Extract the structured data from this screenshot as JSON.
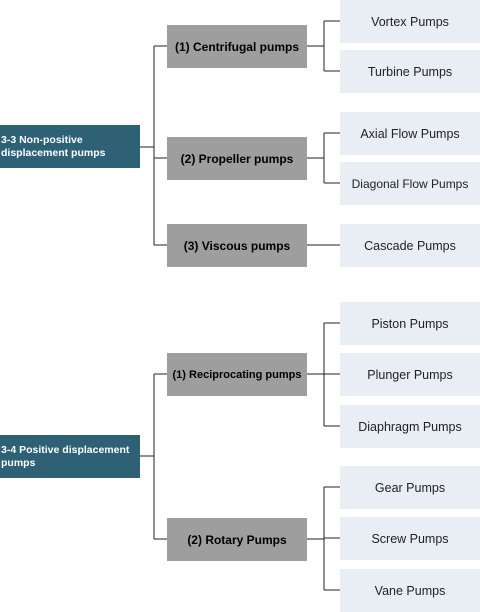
{
  "groups": [
    {
      "root": "3-3  Non-positive displacement pumps",
      "categories": [
        {
          "label": "(1) Centrifugal pumps",
          "children": [
            "Vortex Pumps",
            "Turbine Pumps"
          ]
        },
        {
          "label": "(2) Propeller pumps",
          "children": [
            "Axial Flow Pumps",
            "Diagonal Flow Pumps"
          ]
        },
        {
          "label": "(3) Viscous pumps",
          "children": [
            "Cascade Pumps"
          ]
        }
      ]
    },
    {
      "root": "3-4  Positive displacement pumps",
      "categories": [
        {
          "label": "(1) Reciprocating pumps",
          "children": [
            "Piston Pumps",
            "Plunger Pumps",
            "Diaphragm Pumps"
          ]
        },
        {
          "label": "(2) Rotary Pumps",
          "children": [
            "Gear Pumps",
            "Screw Pumps",
            "Vane Pumps"
          ]
        }
      ]
    }
  ],
  "colors": {
    "root_fill": "#2e6076",
    "category_fill": "#9e9e9e",
    "leaf_fill": "#e8eef3",
    "connector": "#222222"
  }
}
